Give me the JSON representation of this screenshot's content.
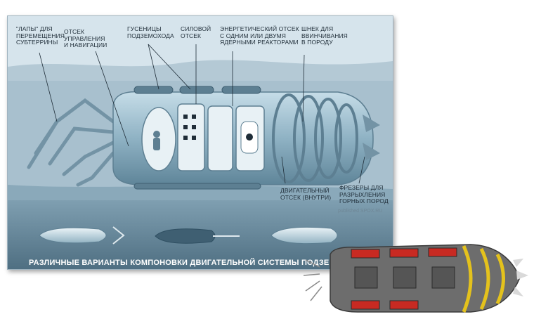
{
  "labels": {
    "paws": "\"ЛАПЫ\" ДЛЯ\nПЕРЕМЕЩЕНИЯ\nСУБТЕРРИНЫ",
    "nav": "ОТСЕК\nУПРАВЛЕНИЯ\nИ НАВИГАЦИИ",
    "tracks": "ГУСЕНИЦЫ\nПОДЗЕМОХОДА",
    "power": "СИЛОВОЙ\nОТСЕК",
    "energy": "ЭНЕРГЕТИЧЕСКИЙ ОТСЕК\nС ОДНИМ ИЛИ ДВУМЯ\nЯДЕРНЫМИ РЕАКТОРАМИ",
    "auger": "ШНЕК ДЛЯ\nВВИНЧИВАНИЯ\nВ ПОРОДУ",
    "engine": "ДВИГАТЕЛЬНЫЙ\nОТСЕК (ВНУТРИ)",
    "cutters": "ФРЕЗЕРЫ ДЛЯ\nРАЗРЫХЛЕНИЯ\nГОРНЫХ ПОРОД"
  },
  "bottom_title": "РАЗЛИЧНЫЕ ВАРИАНТЫ КОМПОНОВКИ ДВИГАТЕЛЬНОЙ СИСТЕМЫ ПОДЗЕ",
  "credit": "published SPOX.RU",
  "colors": {
    "panel_bg": "#d6e4ec",
    "rock_band": "#9fb7c6",
    "hull": "#9cbccc",
    "bottom_band": "#5f7f92",
    "machine_body": "#6d6d6d",
    "machine_stripe": "#e4c21c",
    "machine_block": "#c82a22"
  }
}
